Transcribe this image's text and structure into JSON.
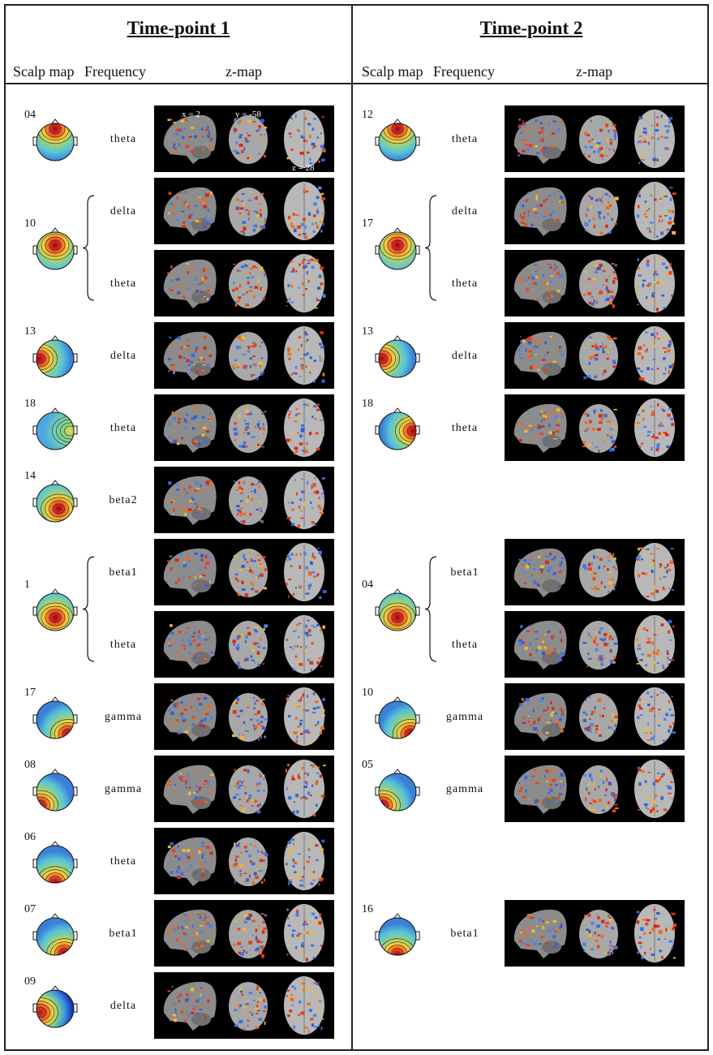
{
  "panels": [
    {
      "title": "Time-point 1",
      "headers": {
        "scalp": "Scalp map",
        "freq": "Frequency",
        "zmap": "z-map"
      },
      "coords": {
        "x": "x = 2",
        "y": "y = -58",
        "z": "z = 28"
      },
      "groups": [
        {
          "id": "04",
          "scalp": "frontal-red",
          "freqs": [
            "theta"
          ]
        },
        {
          "id": "10",
          "scalp": "central-red",
          "freqs": [
            "delta",
            "theta"
          ]
        },
        {
          "id": "13",
          "scalp": "left-red",
          "freqs": [
            "delta"
          ]
        },
        {
          "id": "18",
          "scalp": "right-green",
          "freqs": [
            "theta"
          ]
        },
        {
          "id": "14",
          "scalp": "right-posterior-red",
          "freqs": [
            "beta2"
          ]
        },
        {
          "id": "1",
          "scalp": "posterior-red",
          "freqs": [
            "beta1",
            "theta"
          ]
        },
        {
          "id": "17",
          "scalp": "posterior-right-red",
          "freqs": [
            "gamma"
          ]
        },
        {
          "id": "08",
          "scalp": "left-posterior-red",
          "freqs": [
            "gamma"
          ]
        },
        {
          "id": "06",
          "scalp": "posterior-band",
          "freqs": [
            "theta"
          ]
        },
        {
          "id": "07",
          "scalp": "posterior-right-band",
          "freqs": [
            "beta1"
          ]
        },
        {
          "id": "09",
          "scalp": "left-red-right-blue",
          "freqs": [
            "delta"
          ]
        }
      ]
    },
    {
      "title": "Time-point 2",
      "headers": {
        "scalp": "Scalp map",
        "freq": "Frequency",
        "zmap": "z-map"
      },
      "groups": [
        {
          "id": "12",
          "scalp": "frontal-red",
          "freqs": [
            "theta"
          ]
        },
        {
          "id": "17",
          "scalp": "central-red",
          "freqs": [
            "delta",
            "theta"
          ]
        },
        {
          "id": "13",
          "scalp": "left-red",
          "freqs": [
            "delta"
          ]
        },
        {
          "id": "18",
          "scalp": "right-red",
          "freqs": [
            "theta"
          ]
        },
        {
          "id": "04",
          "scalp": "posterior-red",
          "freqs": [
            "beta1",
            "theta"
          ]
        },
        {
          "id": "10",
          "scalp": "posterior-right-red",
          "freqs": [
            "gamma"
          ]
        },
        {
          "id": "05",
          "scalp": "left-posterior-red",
          "freqs": [
            "gamma"
          ]
        },
        {
          "id": "16",
          "scalp": "posterior-band",
          "freqs": [
            "beta1"
          ]
        }
      ]
    }
  ]
}
